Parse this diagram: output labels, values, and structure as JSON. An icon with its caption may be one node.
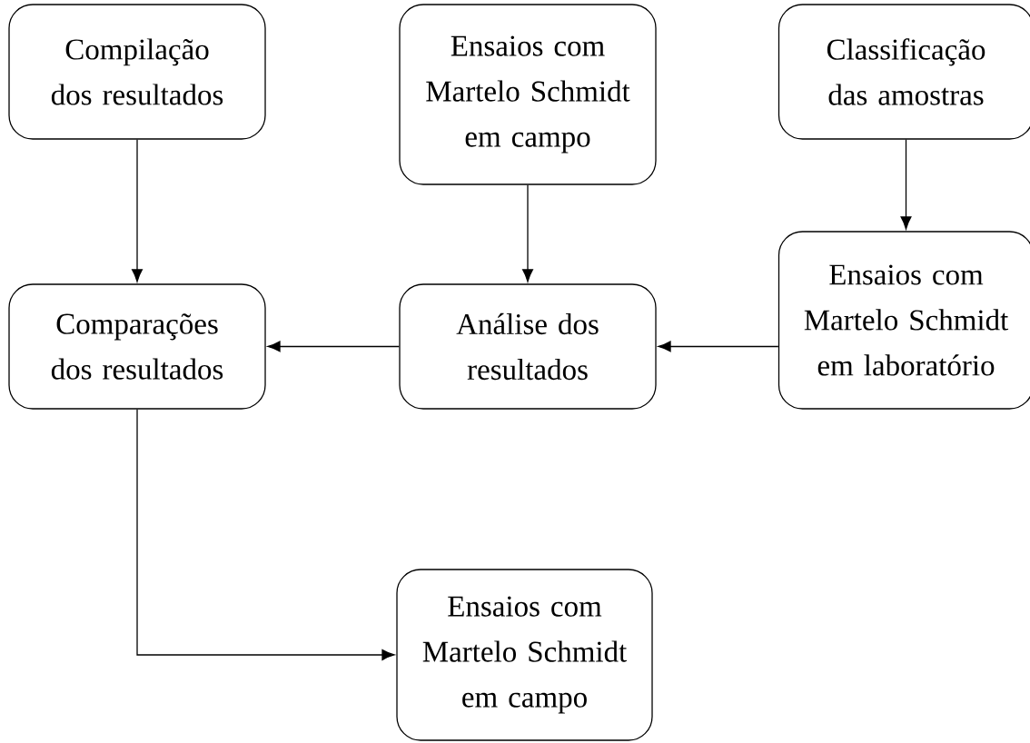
{
  "diagram": {
    "nodes": [
      {
        "text": [
          "Compilação dos resultados"
        ]
      },
      {
        "text": [
          "Ensaios com Martelo Schmidt em campo"
        ]
      },
      {
        "text": [
          "Classificação das amostras"
        ]
      },
      {
        "text": [
          "Comparações dos resultados"
        ]
      },
      {
        "text": [
          "Análise dos resultados"
        ]
      },
      {
        "text": [
          "Ensaios com Martelo Schmidt em laboratório"
        ]
      },
      {
        "text": [
          "Ensaios com Martelo Schmidt em campo"
        ]
      }
    ],
    "edges": [
      {
        "from": 0,
        "to": 3,
        "arrow": "to"
      },
      {
        "from": 1,
        "to": 4,
        "arrow": "to"
      },
      {
        "from": 2,
        "to": 5,
        "arrow": "to"
      },
      {
        "from": 5,
        "to": 4,
        "arrow": "to"
      },
      {
        "from": 4,
        "to": 3,
        "arrow": "to"
      },
      {
        "from": 3,
        "to": 6,
        "arrow": "to"
      }
    ]
  }
}
